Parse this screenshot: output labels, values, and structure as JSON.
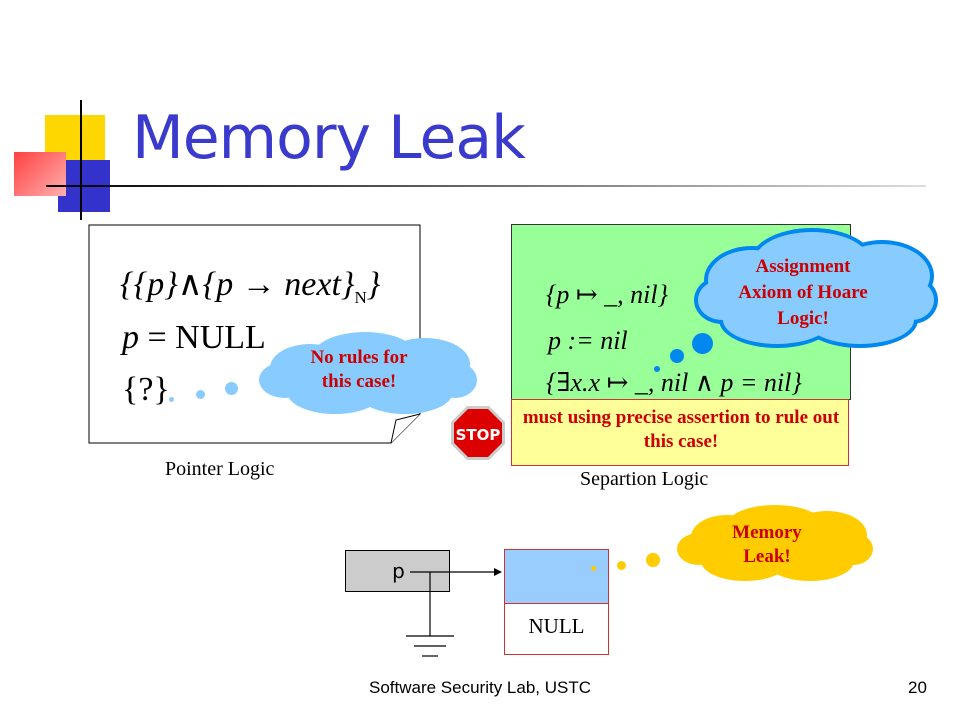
{
  "slide": {
    "title": "Memory Leak",
    "footer": "Software Security Lab, USTC",
    "page_number": "20"
  },
  "pointer_logic": {
    "caption": "Pointer Logic",
    "formula_1": "{{p}∧{p → next}",
    "formula_1_sub": "N",
    "formula_1_end": "}",
    "formula_2_var": "p",
    "formula_2_rest": " = NULL",
    "formula_3": "{?}",
    "cloud_text": "No rules for this case!"
  },
  "separation_logic": {
    "caption": "Separtion Logic",
    "formula_1": "{p ↦ _, nil}",
    "formula_2": "p := nil",
    "formula_3": "{∃x.x ↦ _, nil ∧ p = nil}",
    "note": "must using precise assertion to rule out this case!",
    "cloud_text": "Assignment Axiom of Hoare Logic!",
    "stop_sign": "STOP"
  },
  "diagram": {
    "pointer_label": "p",
    "null_label": "NULL",
    "cloud_text": "Memory Leak!"
  },
  "colors": {
    "title": "#3a3acc",
    "green_box": "#99ff99",
    "note_box": "#ffff99",
    "blue_cloud": "#88ccff",
    "yellow_cloud": "#ffcc00",
    "red_text": "#cc0000",
    "stop_red": "#dd0000"
  }
}
